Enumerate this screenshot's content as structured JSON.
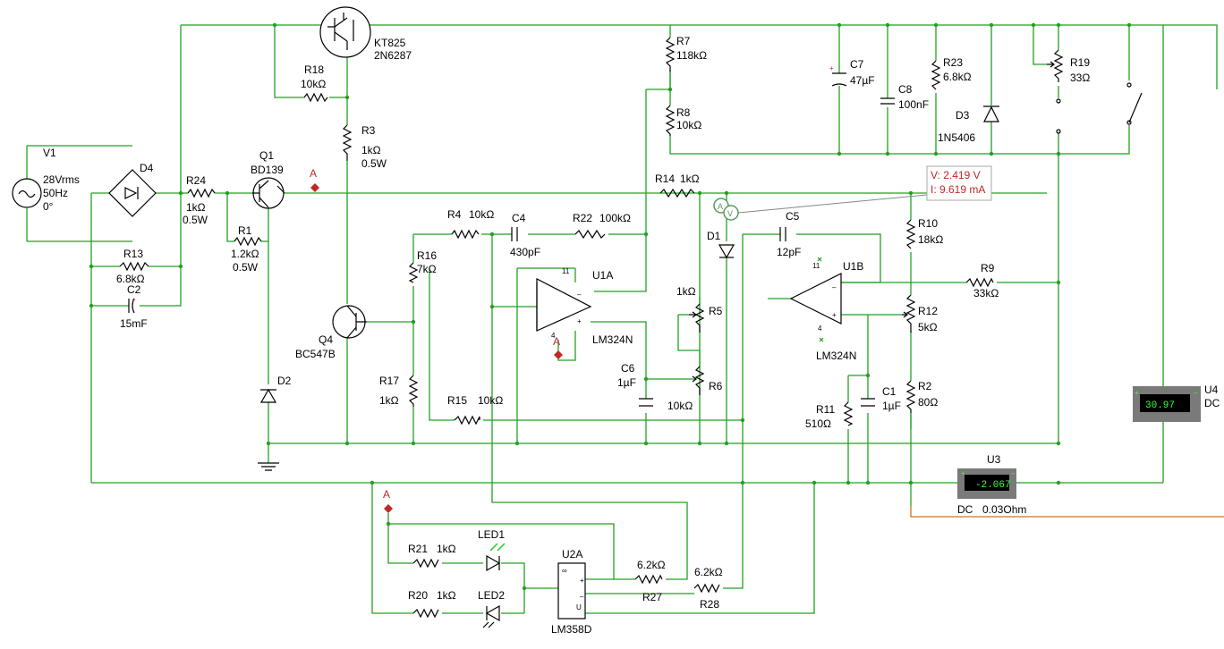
{
  "components": {
    "V1": {
      "name": "V1",
      "l1": "28Vrms",
      "l2": "50Hz",
      "l3": "0°"
    },
    "D4": {
      "name": "D4"
    },
    "R24": {
      "name": "R24",
      "l1": "1kΩ",
      "l2": "0.5W"
    },
    "Q1": {
      "name": "Q1",
      "l1": "BD139"
    },
    "Q3": {
      "l1": "KT825",
      "l2": "2N6287"
    },
    "R18": {
      "name": "R18",
      "l1": "10kΩ"
    },
    "R3": {
      "name": "R3",
      "l1": "1kΩ",
      "l2": "0.5W"
    },
    "R1": {
      "name": "R1",
      "l1": "1.2kΩ",
      "l2": "0.5W"
    },
    "R13": {
      "name": "R13",
      "l1": "6.8kΩ"
    },
    "C2": {
      "name": "C2",
      "l1": "15mF"
    },
    "Q4": {
      "name": "Q4",
      "l1": "BC547B"
    },
    "D2": {
      "name": "D2"
    },
    "R7": {
      "name": "R7",
      "l1": "118kΩ"
    },
    "R8": {
      "name": "R8",
      "l1": "10kΩ"
    },
    "C7": {
      "name": "C7",
      "l1": "47µF"
    },
    "C8": {
      "name": "C8",
      "l1": "100nF"
    },
    "R23": {
      "name": "R23",
      "l1": "6.8kΩ"
    },
    "D3": {
      "name": "D3",
      "l1": "1N5406"
    },
    "R19": {
      "name": "R19",
      "l1": "33Ω"
    },
    "R14": {
      "name": "R14",
      "l1": "1kΩ"
    },
    "R4": {
      "name": "R4",
      "l1": "10kΩ"
    },
    "C4": {
      "name": "C4",
      "l1": "430pF"
    },
    "R22": {
      "name": "R22",
      "l1": "100kΩ"
    },
    "R16": {
      "name": "R16",
      "l1": "7kΩ"
    },
    "U1A": {
      "name": "U1A",
      "l1": "LM324N"
    },
    "D1": {
      "name": "D1"
    },
    "C5": {
      "name": "C5",
      "l1": "12pF"
    },
    "R10": {
      "name": "R10",
      "l1": "18kΩ"
    },
    "U1B": {
      "name": "U1B",
      "l1": "LM324N"
    },
    "R9": {
      "name": "R9",
      "l1": "33kΩ"
    },
    "R5": {
      "name": "R5",
      "l1": "1kΩ"
    },
    "R12": {
      "name": "R12",
      "l1": "5kΩ"
    },
    "C6": {
      "name": "C6",
      "l1": "1µF"
    },
    "R6": {
      "name": "R6",
      "l1": "10kΩ"
    },
    "R17": {
      "name": "R17",
      "l1": "1kΩ"
    },
    "R15": {
      "name": "R15",
      "l1": "10kΩ"
    },
    "R11": {
      "name": "R11",
      "l1": "510Ω"
    },
    "C1": {
      "name": "C1",
      "l1": "1µF"
    },
    "R2": {
      "name": "R2",
      "l1": "80Ω"
    },
    "U2A": {
      "name": "U2A",
      "l1": "LM358D"
    },
    "LED1": {
      "name": "LED1"
    },
    "LED2": {
      "name": "LED2"
    },
    "R21": {
      "name": "R21",
      "l1": "1kΩ"
    },
    "R20": {
      "name": "R20",
      "l1": "1kΩ"
    },
    "R27": {
      "name": "R27",
      "l1": "6.2kΩ"
    },
    "R28": {
      "name": "R28",
      "l1": "6.2kΩ"
    }
  },
  "probe": {
    "point_label": "A",
    "voltage": "V: 2.419 V",
    "current": "I: 9.619 mA"
  },
  "probe_point_label": "A",
  "meters": {
    "U3": {
      "name": "U3",
      "value": "-2.067",
      "mode": "DC",
      "param": "0.03Ohm"
    },
    "U4": {
      "name": "U4",
      "value": "30.97",
      "mode": "DC"
    }
  },
  "colors": {
    "wire": "#22a022",
    "probe": "#c0282a",
    "meter_display": "#3cff3c",
    "meter_body": "#7a7a7a"
  }
}
